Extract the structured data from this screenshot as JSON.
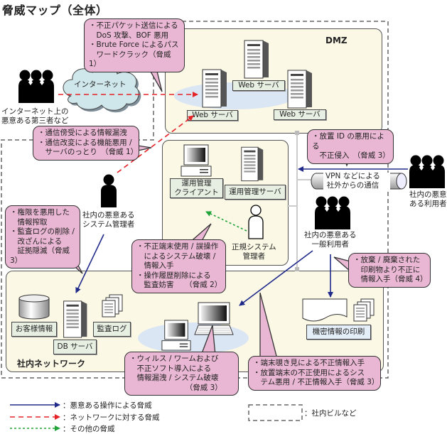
{
  "title": "脅威マップ（全体）",
  "zones": {
    "dmz": "DMZ",
    "internal_network": "社内ネットワーク"
  },
  "actors": {
    "internet_attackers": "インターネット上の\n悪意ある第三者など",
    "malicious_sysadmin": "社内の悪意ある\nシステム管理者",
    "legit_sysadmin": "正規システム\n管理者",
    "malicious_general_user": "社内の悪意ある\n一般利用者",
    "malicious_remote_user": "社内の悪意\nある利用者"
  },
  "labels": {
    "internet": "インターネット",
    "web_server_1": "Web サーバ",
    "web_server_2": "Web サーバ",
    "web_server_3": "Web サーバ",
    "ops_client": "運用管理\nクライアント",
    "ops_server": "運用管理サーバ",
    "vpn": "VPN などによる\n社外からの通信",
    "customer_info": "お客様情報",
    "db_server": "DB サーバ",
    "audit_log": "監査ログ",
    "confidential_print": "機密情報の印刷"
  },
  "callouts": {
    "dos": "・不正パケット送信による\n　DoS 攻撃、BOF 悪用\n・Brute Force によるパス\n　ワードクラック（脅威 1）",
    "sniffing": "・通信傍受による情報漏洩\n・通信改変による機能悪用 /\n　サーバのっとり　（脅威 1）",
    "idle_id": "・放置 ID の悪用による\n　不正侵入　（脅威 3）",
    "privilege": "・権限を悪用した\n　情報搾取\n・監査ログの削除 /\n　改ざんによる\n　証拠隠滅（脅威 3）",
    "misuse": "・不正端末使用 / 誤操作\n　によるシステム破壊 /\n　情報入手\n・操作履歴削除による\n　監査妨害　　（脅威 2）",
    "printout": "・放棄 / 廃棄された\n　印刷物より不正に\n　情報入手（脅威 4）",
    "virus": "・ウィルス / ワームおよび\n　不正ソフト導入による\n　情報漏洩 / システム破壊\n　　　　　　　　（脅威 3）",
    "peeping": "・端末覗き見による不正情報入手\n・放置端末の不正使用によるシス\n　テム悪用 / 不正情報入手（脅威 3）"
  },
  "legend": {
    "malicious_operation": "：悪意ある操作による脅威",
    "network_threat": "：ネットワークに対する脅威",
    "other_threat": "：その他の脅威",
    "building": "：社内ビルなど"
  },
  "colors": {
    "malicious_operation": "#1f2a8a",
    "network_threat": "#e52228",
    "other_threat": "#22a33a",
    "callout": "#e9b7d3",
    "zone": "#fbf8e6"
  }
}
